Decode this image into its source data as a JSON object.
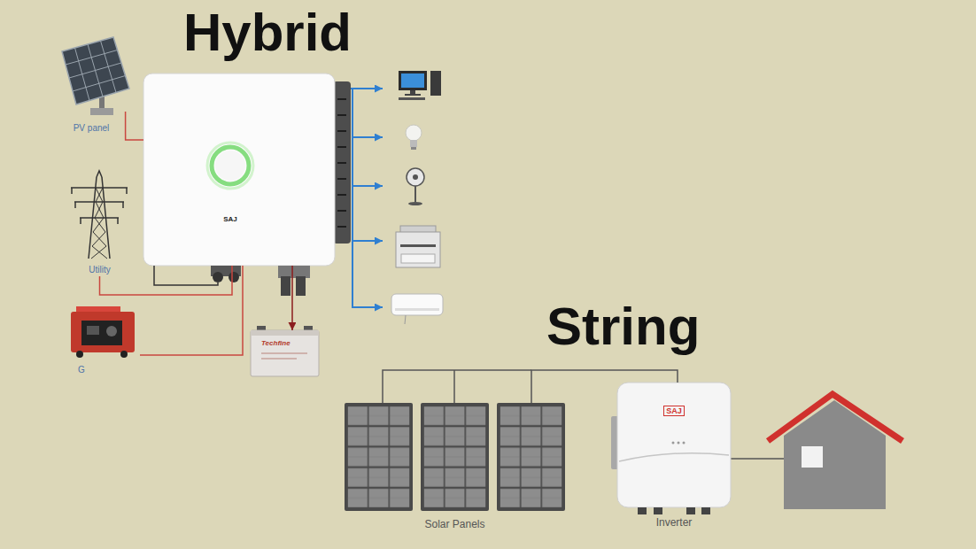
{
  "diagram": {
    "nodes": [
      {
        "text": [
          "PV panel"
        ]
      },
      {
        "text": [
          "Utility"
        ]
      },
      {
        "text": [
          "G"
        ]
      },
      {
        "text": [
          "SAJ"
        ]
      },
      {
        "text": [
          "Techfine"
        ]
      },
      {
        "text": [
          "Solar Panels"
        ]
      },
      {
        "text": [
          "SAJ",
          "Inverter"
        ]
      }
    ],
    "edges": [
      {
        "from": 0,
        "to": 3,
        "arrow": "none"
      },
      {
        "from": 1,
        "to": 3,
        "arrow": "none"
      },
      {
        "from": 2,
        "to": 3,
        "arrow": "none"
      },
      {
        "from": 3,
        "to": 4,
        "arrow": "to"
      },
      {
        "from": 5,
        "to": 6,
        "arrow": "none"
      }
    ],
    "labels": [
      "Hybrid",
      "String"
    ]
  }
}
